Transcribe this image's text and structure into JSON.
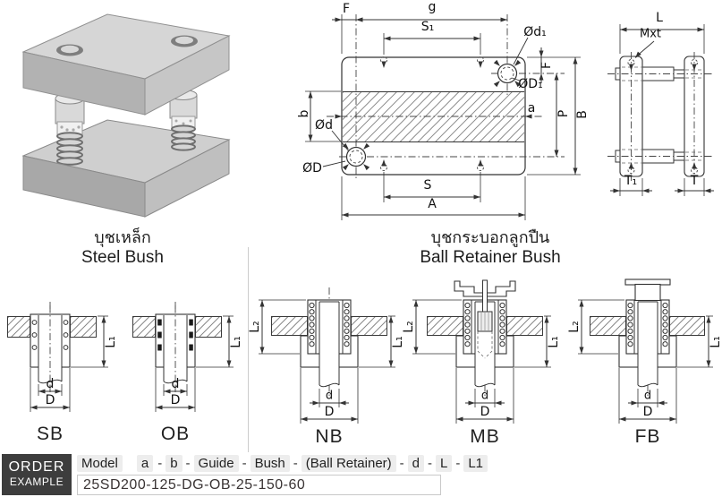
{
  "sections": {
    "steel_bush": {
      "title_th": "บุชเหล็ก",
      "title_en": "Steel Bush"
    },
    "ball_retainer_bush": {
      "title_th": "บุชกระบอกลูกปืน",
      "title_en": "Ball Retainer Bush"
    }
  },
  "plan_view": {
    "labels": {
      "F_top": "F",
      "g": "g",
      "S1": "S₁",
      "Od1": "Ød₁",
      "OD1": "ØD₁",
      "F_right": "F",
      "b": "b",
      "Od": "Ød",
      "OD": "ØD",
      "a": "a",
      "P": "P",
      "B": "B",
      "S": "S",
      "A": "A"
    }
  },
  "side_view": {
    "labels": {
      "L": "L",
      "Mxt": "Mxt",
      "T1": "T₁",
      "T": "T"
    }
  },
  "bush_figures": [
    {
      "id": "SB",
      "label": "SB",
      "dims": {
        "L1": "L₁",
        "d": "d",
        "D": "D"
      }
    },
    {
      "id": "OB",
      "label": "OB",
      "dims": {
        "L1": "L₁",
        "d": "d",
        "D": "D"
      }
    },
    {
      "id": "NB",
      "label": "NB",
      "dims": {
        "L1": "L₁",
        "L2": "L₂",
        "d": "d",
        "D": "D"
      }
    },
    {
      "id": "MB",
      "label": "MB",
      "dims": {
        "L1": "L₁",
        "L2": "L₂",
        "d": "d",
        "D": "D"
      }
    },
    {
      "id": "FB",
      "label": "FB",
      "dims": {
        "L1": "L₁",
        "L2": "L₂",
        "d": "d",
        "D": "D"
      }
    }
  ],
  "order_example": {
    "box_line1": "ORDER",
    "box_line2": "EXAMPLE",
    "model_label": "Model",
    "model_parts": [
      "a",
      "b",
      "Guide",
      "Bush",
      "(Ball Retainer)",
      "d",
      "L",
      "L1"
    ],
    "separator": "-",
    "example_code": "25SD200-125-DG-OB-25-150-60"
  },
  "colors": {
    "order_box_bg": "#3d3d3d",
    "chip_bg": "#ededed",
    "line": "#333333",
    "hatch": "#8d8d8d",
    "divider": "#cccccc"
  }
}
